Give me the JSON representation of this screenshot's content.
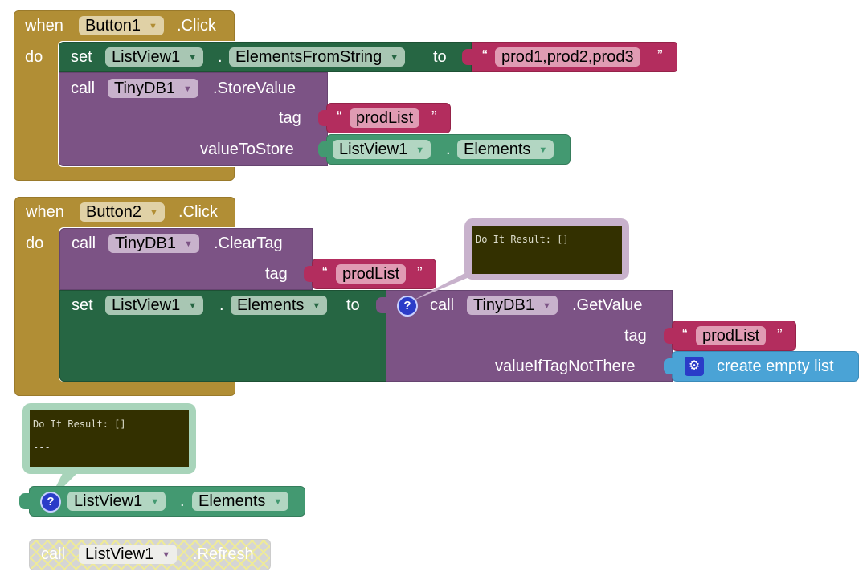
{
  "block1": {
    "when": "when",
    "component": "Button1",
    "event": ".Click",
    "do": "do",
    "set": {
      "kw": "set",
      "component": "ListView1",
      "dot": ".",
      "property": "ElementsFromString",
      "to": "to",
      "value": "prod1,prod2,prod3"
    },
    "call": {
      "kw": "call",
      "component": "TinyDB1",
      "method": ".StoreValue",
      "tag_label": "tag",
      "tag_value": "prodList",
      "value_label": "valueToStore",
      "value_component": "ListView1",
      "value_dot": ".",
      "value_property": "Elements"
    }
  },
  "block2": {
    "when": "when",
    "component": "Button2",
    "event": ".Click",
    "do": "do",
    "clear": {
      "kw": "call",
      "component": "TinyDB1",
      "method": ".ClearTag",
      "tag_label": "tag",
      "tag_value": "prodList"
    },
    "set": {
      "kw": "set",
      "component": "ListView1",
      "dot": ".",
      "property": "Elements",
      "to": "to"
    },
    "get": {
      "kw": "call",
      "component": "TinyDB1",
      "method": ".GetValue",
      "tag_label": "tag",
      "tag_value": "prodList",
      "default_label": "valueIfTagNotThere",
      "default_value": "create empty list"
    },
    "bubble": {
      "result": "Do It Result: []",
      "sep": "---"
    }
  },
  "getter": {
    "component": "ListView1",
    "dot": ".",
    "property": "Elements",
    "bubble": {
      "result": "Do It Result: []",
      "sep": "---"
    }
  },
  "refresh": {
    "kw": "call",
    "component": "ListView1",
    "method": ".Refresh"
  },
  "quote_open": "“",
  "quote_close": "”",
  "arrow": "▼",
  "help": "?"
}
